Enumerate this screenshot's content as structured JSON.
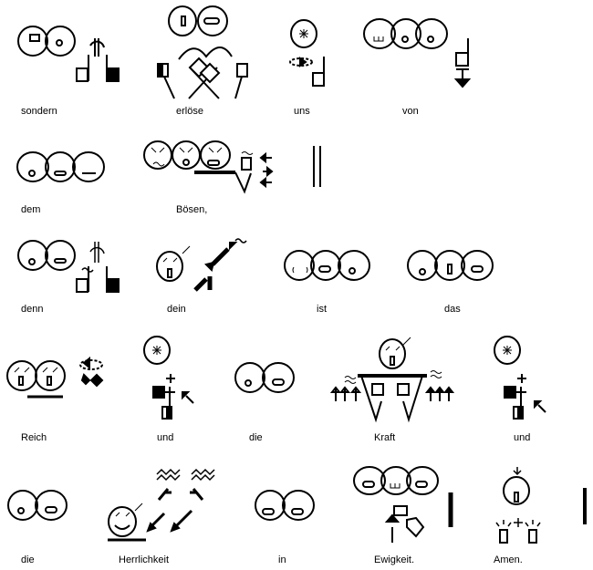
{
  "words": [
    {
      "text": "sondern"
    },
    {
      "text": "erlöse"
    },
    {
      "text": "uns"
    },
    {
      "text": "von"
    },
    {
      "text": "dem"
    },
    {
      "text": "Bösen,"
    },
    {
      "text": "denn"
    },
    {
      "text": "dein"
    },
    {
      "text": "ist"
    },
    {
      "text": "das"
    },
    {
      "text": "Reich"
    },
    {
      "text": "und"
    },
    {
      "text": "die"
    },
    {
      "text": "Kraft"
    },
    {
      "text": "und"
    },
    {
      "text": "die"
    },
    {
      "text": "Herrlichkeit"
    },
    {
      "text": "in"
    },
    {
      "text": "Ewigkeit."
    },
    {
      "text": "Amen."
    }
  ]
}
